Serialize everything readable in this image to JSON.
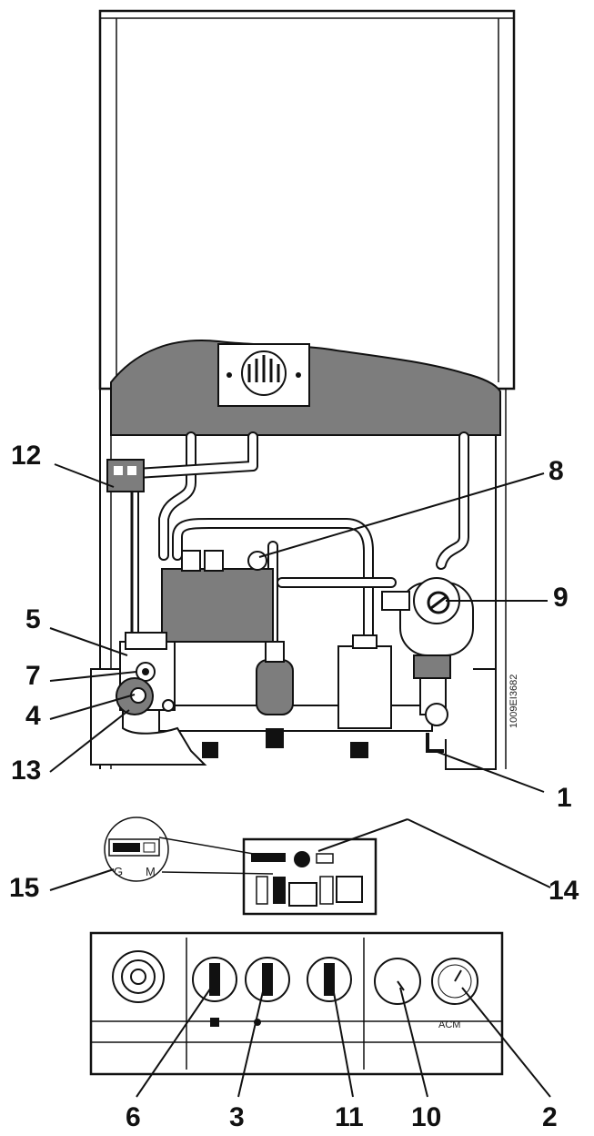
{
  "callouts": [
    {
      "label": "12"
    },
    {
      "label": "8"
    },
    {
      "label": "5"
    },
    {
      "label": "9"
    },
    {
      "label": "7"
    },
    {
      "label": "4"
    },
    {
      "label": "13"
    },
    {
      "label": "1"
    },
    {
      "label": "15"
    },
    {
      "label": "14"
    },
    {
      "label": "6"
    },
    {
      "label": "3"
    },
    {
      "label": "11"
    },
    {
      "label": "10"
    },
    {
      "label": "2"
    }
  ],
  "reference_code": "1009EI3682",
  "inset_labels": {
    "g": "G",
    "m": "M"
  },
  "panel_labels": {
    "acm": "ACM"
  }
}
